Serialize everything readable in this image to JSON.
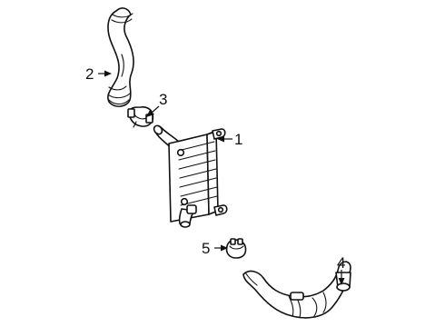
{
  "callouts": [
    {
      "id": "1",
      "number": "1"
    },
    {
      "id": "2",
      "number": "2"
    },
    {
      "id": "3",
      "number": "3"
    },
    {
      "id": "4",
      "number": "4"
    },
    {
      "id": "5",
      "number": "5"
    }
  ]
}
